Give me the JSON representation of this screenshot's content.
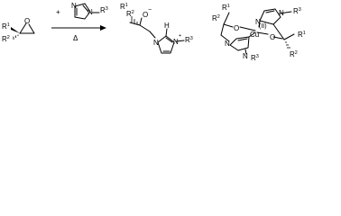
{
  "reaction": {
    "plus_sign": "+",
    "heat_symbol": "Δ",
    "epoxide": {
      "R1": "R",
      "R1_sup": "1",
      "R2": "R",
      "R2_sup": "2",
      "oxygen": "O"
    },
    "imidazole": {
      "N_top": "N",
      "N_sub": "N",
      "R3": "R",
      "R3_sup": "3"
    },
    "product": {
      "R1": "R",
      "R1_sup": "1",
      "R2": "R",
      "R2_sup": "2",
      "oxygen": "O",
      "charge_minus": "−",
      "N_plus": "N",
      "charge_plus": "+",
      "hydrogen": "H",
      "N_sub": "N",
      "R3": "R",
      "R3_sup": "3"
    },
    "complex": {
      "metal": "Cu",
      "oxidation_state": "(II)",
      "R1_left": "R",
      "R1_left_sup": "1",
      "R2_left": "R",
      "R2_left_sup": "2",
      "R1_right": "R",
      "R1_right_sup": "1",
      "R2_right": "R",
      "R2_right_sup": "2",
      "O_left": "O",
      "O_right": "O",
      "N_top_left": "N",
      "N_top_right": "N",
      "N_bottom_left": "N",
      "N_bottom_right": "N",
      "R3_top": "R",
      "R3_top_sup": "3",
      "R3_bottom": "R",
      "R3_bottom_sup": "3"
    }
  }
}
